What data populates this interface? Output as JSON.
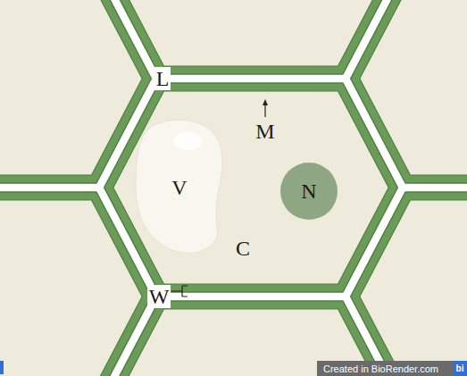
{
  "diagram": {
    "nodes": [
      {
        "text": [
          "C"
        ]
      },
      {
        "text": [
          "V"
        ],
        "in": 0
      },
      {
        "text": [
          "N"
        ],
        "in": 0
      }
    ],
    "labels": [
      "L",
      "M",
      "W",
      "Created in BioRender.com",
      "bi"
    ]
  }
}
